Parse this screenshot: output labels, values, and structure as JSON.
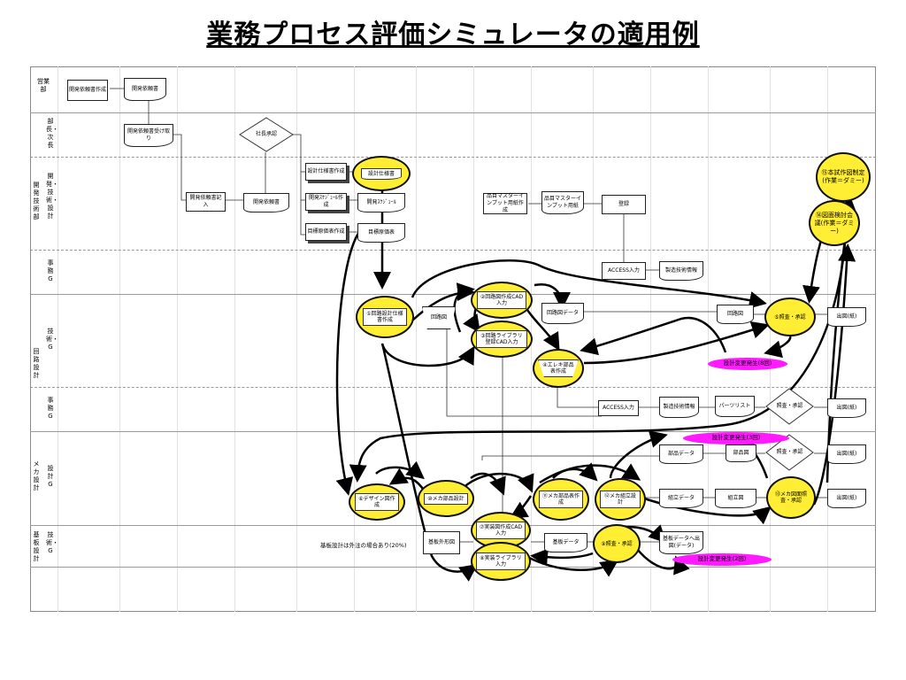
{
  "title": "業務プロセス評価シミュレータの適用例",
  "lanes": {
    "eigyo": "営業部",
    "kaihatsu": "開発技術部",
    "kairo": "回路設計",
    "mecha": "メカ設計",
    "kiban": "基板設計",
    "buchou": "部長・次長",
    "kaihatsu_sub": "開発・技術・設計",
    "jimu1": "事務G",
    "gijutsu1": "技術・G",
    "jimu2": "事務G",
    "sekkei": "設計G",
    "gijutsu2": "技術・G"
  },
  "boxes": {
    "b1": "開発依頼書作成",
    "b2": "開発依頼書",
    "b3": "開発依頼書受け取り",
    "b4": "社長承認",
    "b5": "開発依頼書記入",
    "b6": "開発依頼書",
    "b7": "設計仕様書作成",
    "b8": "設計仕様書",
    "b9": "開発ｽｹｼﾞｭｰﾙ作成",
    "b10": "開発ｽｹｼﾞｭｰﾙ",
    "b11": "目標原価表作成",
    "b12": "目標原価表",
    "b13": "品目マスターインプット用紙作成",
    "b14": "品目マスターインプット用紙",
    "b15": "登録",
    "b16": "ACCESS入力",
    "b17": "製造技術情報",
    "b18": "回路図",
    "b19": "回路図データ",
    "b20": "回路図",
    "b21": "出図(紙)",
    "b22": "ACCESS入力",
    "b23": "製造技術情報",
    "b24": "パーツリスト",
    "b25": "照査・承認",
    "b26": "出図(紙)",
    "b27": "部品データ",
    "b28": "部品図",
    "b29": "照査・承認",
    "b30": "出図(紙)",
    "b31": "組立データ",
    "b32": "組立図",
    "b33": "出図(紙)",
    "b34": "基板外形図",
    "b35": "基板データ",
    "b36": "基板データへ出図(データ)"
  },
  "circles": {
    "c1": "①回路設計仕様書作成",
    "c2": "②回路図作成CAD入力",
    "c3": "③回路ライブラリ登録CAD入力",
    "c4": "④エレキ部品表作成",
    "c5": "⑤照査・承認",
    "c6": "⑥デザイン図作成",
    "c7": "⑦実装図作成CAD入力",
    "c8": "⑧実装ライブラリ入力",
    "c9": "⑨照査・承認",
    "c10": "⑩メカ部品設計",
    "c11": "⑪メカ部品表作成",
    "c12": "⑫メカ組立設計",
    "c13": "⑬メカ図面照査・承認",
    "c14": "⑭図面検討会議(作業＝ダミー)",
    "c15": "⑮本試作図制定(作業＝ダミー)",
    "c_top": "設計仕様書"
  },
  "pinks": {
    "p1": "設計変更発生(8回)",
    "p2": "設計変更発生(3回)",
    "p3": "設計変更発生(2回)"
  },
  "notes": {
    "kiban_note": "基板設計は外注の場合あり(20%)"
  },
  "colors": {
    "highlight": "#ffee33",
    "change": "#ff1aff"
  }
}
